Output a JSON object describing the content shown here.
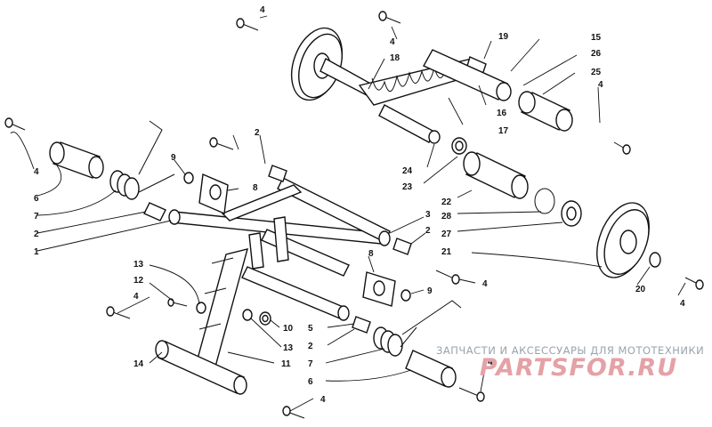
{
  "callouts": [
    "4",
    "4",
    "19",
    "15",
    "18",
    "26",
    "25",
    "16",
    "17",
    "4",
    "24",
    "23",
    "22",
    "28",
    "27",
    "21",
    "20",
    "4",
    "4",
    "2",
    "6",
    "7",
    "9",
    "8",
    "2",
    "1",
    "3",
    "2",
    "8",
    "4",
    "9",
    "13",
    "12",
    "10",
    "4",
    "5",
    "13",
    "11",
    "14",
    "2",
    "7",
    "6",
    "4",
    "4"
  ],
  "watermark": {
    "tagline": "ЗАПЧАСТИ И АКСЕССУАРЫ ДЛЯ МОТОТЕХНИКИ",
    "logo": "PARTSFOR.RU"
  }
}
